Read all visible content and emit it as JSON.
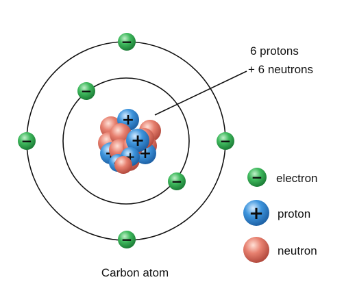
{
  "nucleus_label": {
    "line1": "6 protons",
    "line2": "+ 6 neutrons"
  },
  "caption": "Carbon atom",
  "legend": [
    {
      "kind": "electron",
      "label": "electron",
      "sign": "−"
    },
    {
      "kind": "proton",
      "label": "proton",
      "sign": "+"
    },
    {
      "kind": "neutron",
      "label": "neutron",
      "sign": ""
    }
  ],
  "particle_signs": {
    "electron": "−",
    "proton": "+"
  },
  "counts": {
    "protons": 6,
    "neutrons": 6,
    "electrons": 6,
    "inner_shell_electrons": 2,
    "outer_shell_electrons": 4
  },
  "colors": {
    "electron": "#2a9c46",
    "proton": "#2f7fc4",
    "neutron": "#d8685a",
    "orbit": "#111111"
  }
}
